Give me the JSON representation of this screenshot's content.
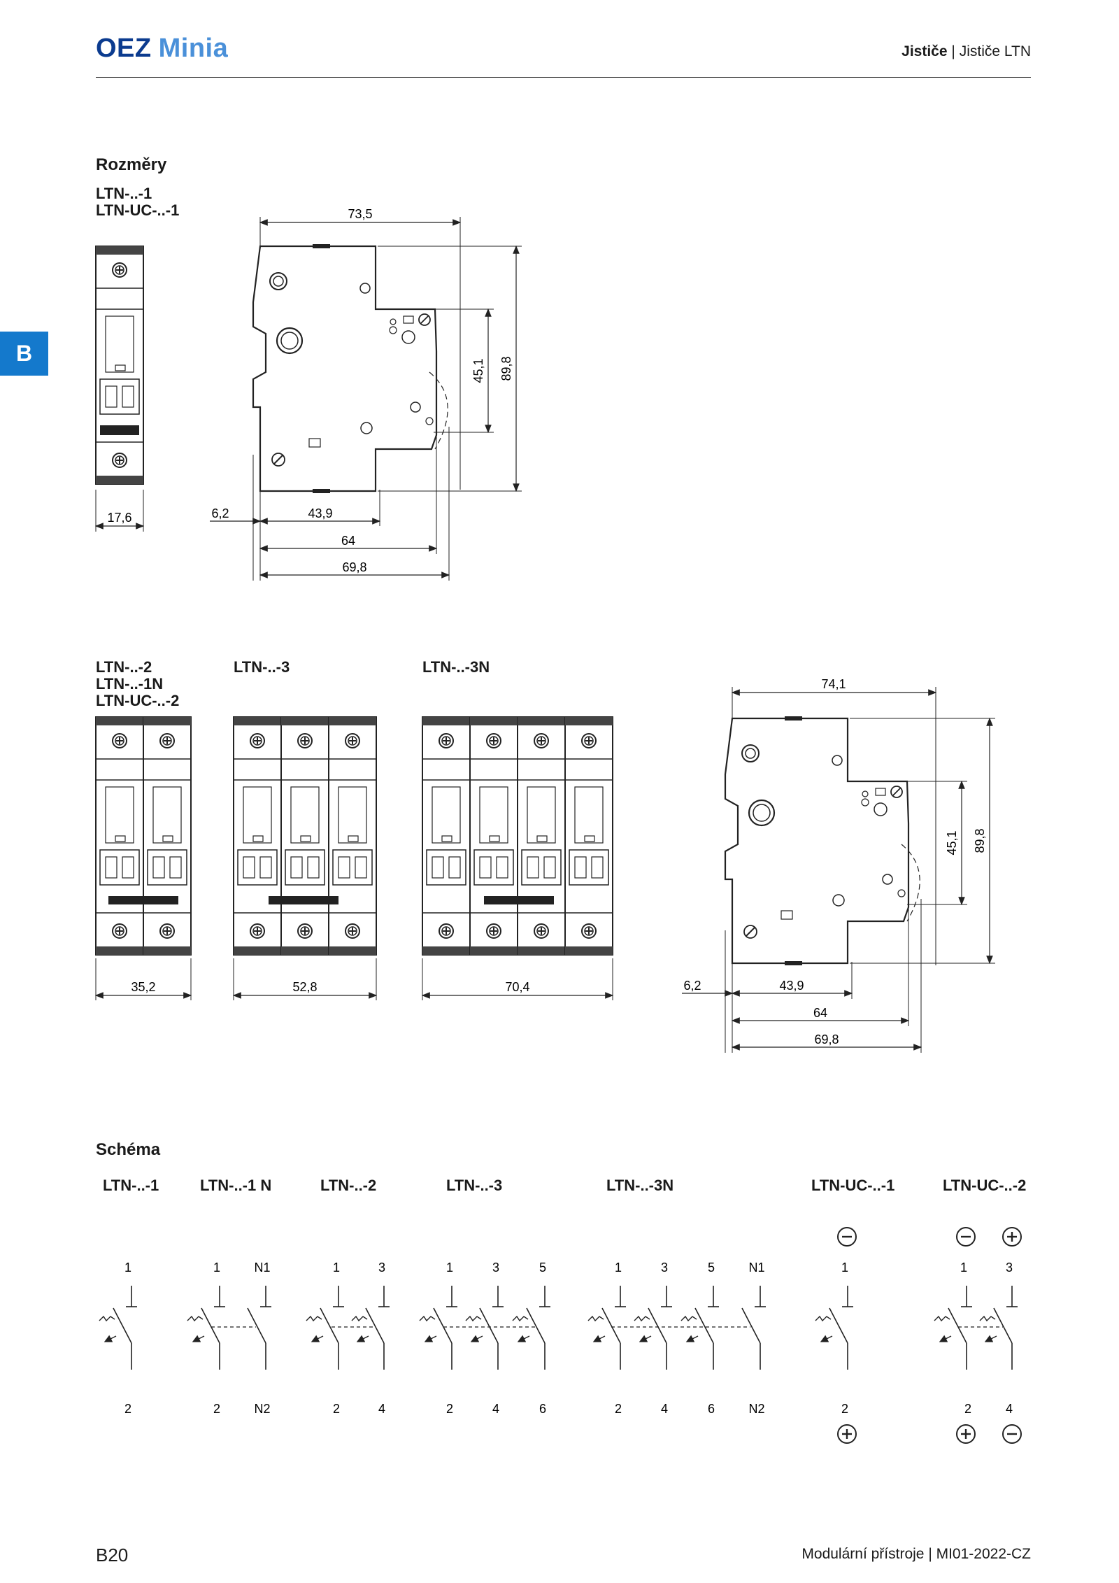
{
  "header": {
    "brand_oez": "OEZ",
    "brand_minia": "Minia",
    "breadcrumb_main": "Jističe",
    "breadcrumb_sep": "|",
    "breadcrumb_sub": "Jističe LTN"
  },
  "side_tab": "B",
  "dimensions": {
    "title": "Rozměry",
    "group1_labels": [
      "LTN-..-1",
      "LTN-UC-..-1"
    ],
    "group1": {
      "width": "17,6",
      "top_total": "73,5",
      "h_inner": "45,1",
      "h_total": "89,8",
      "d_offset": "6,2",
      "d_a": "43,9",
      "d_b": "64",
      "d_c": "69,8"
    },
    "group2_labels": [
      "LTN-..-2",
      "LTN-..-1N",
      "LTN-UC-..-2"
    ],
    "group2_width": "35,2",
    "group3_label": "LTN-..-3",
    "group3_width": "52,8",
    "group4_label": "LTN-..-3N",
    "group4_width": "70,4",
    "side2": {
      "top_total": "74,1",
      "h_inner": "45,1",
      "h_total": "89,8",
      "d_offset": "6,2",
      "d_a": "43,9",
      "d_b": "64",
      "d_c": "69,8"
    }
  },
  "schema": {
    "title": "Schéma",
    "items": [
      {
        "label": "LTN-..-1",
        "top": [
          "1"
        ],
        "bottom": [
          "2"
        ]
      },
      {
        "label": "LTN-..-1 N",
        "top": [
          "1",
          "N1"
        ],
        "bottom": [
          "2",
          "N2"
        ]
      },
      {
        "label": "LTN-..-2",
        "top": [
          "1",
          "3"
        ],
        "bottom": [
          "2",
          "4"
        ]
      },
      {
        "label": "LTN-..-3",
        "top": [
          "1",
          "3",
          "5"
        ],
        "bottom": [
          "2",
          "4",
          "6"
        ]
      },
      {
        "label": "LTN-..-3N",
        "top": [
          "1",
          "3",
          "5",
          "N1"
        ],
        "bottom": [
          "2",
          "4",
          "6",
          "N2"
        ]
      },
      {
        "label": "LTN-UC-..-1",
        "top": [
          "1"
        ],
        "bottom": [
          "2"
        ]
      },
      {
        "label": "LTN-UC-..-2",
        "top": [
          "1",
          "3"
        ],
        "bottom": [
          "2",
          "4"
        ]
      }
    ]
  },
  "footer": {
    "page": "B20",
    "doc": "Modulární přístroje | MI01-2022-CZ"
  }
}
